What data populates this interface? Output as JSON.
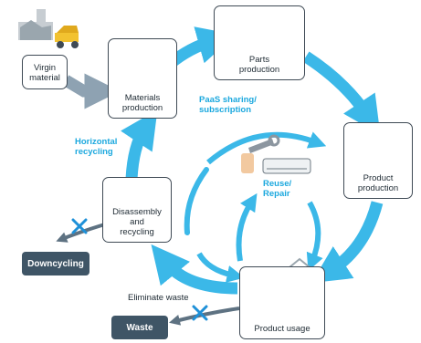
{
  "nodes": {
    "virgin_material": "Virgin\nmaterial",
    "materials_production": "Materials\nproduction",
    "parts_production": "Parts\nproduction",
    "product_production": "Product\nproduction",
    "product_usage": "Product usage",
    "disassembly": "Disassembly and\nrecycling"
  },
  "loops": {
    "paas": "PaaS sharing/\nsubscription",
    "horizontal": "Horizontal\nrecycling",
    "reuse": "Reuse/\nRepair"
  },
  "outcomes": {
    "downcycling": "Downcycling",
    "waste": "Waste",
    "eliminate_waste": "Eliminate waste"
  },
  "colors": {
    "loop_arrow": "#3bb8e8",
    "gray_arrow": "#8ea2b2",
    "label_blue": "#1ba8de",
    "box_dark": "#3f5566",
    "cross": "#1e90d8"
  },
  "icons": [
    "mine-truck-icon",
    "metal-ingot-icon",
    "fan-pipe-icon",
    "factory-icon",
    "air-conditioner-icon",
    "house-icon",
    "wrench-icon",
    "recycling-factory-icon"
  ]
}
